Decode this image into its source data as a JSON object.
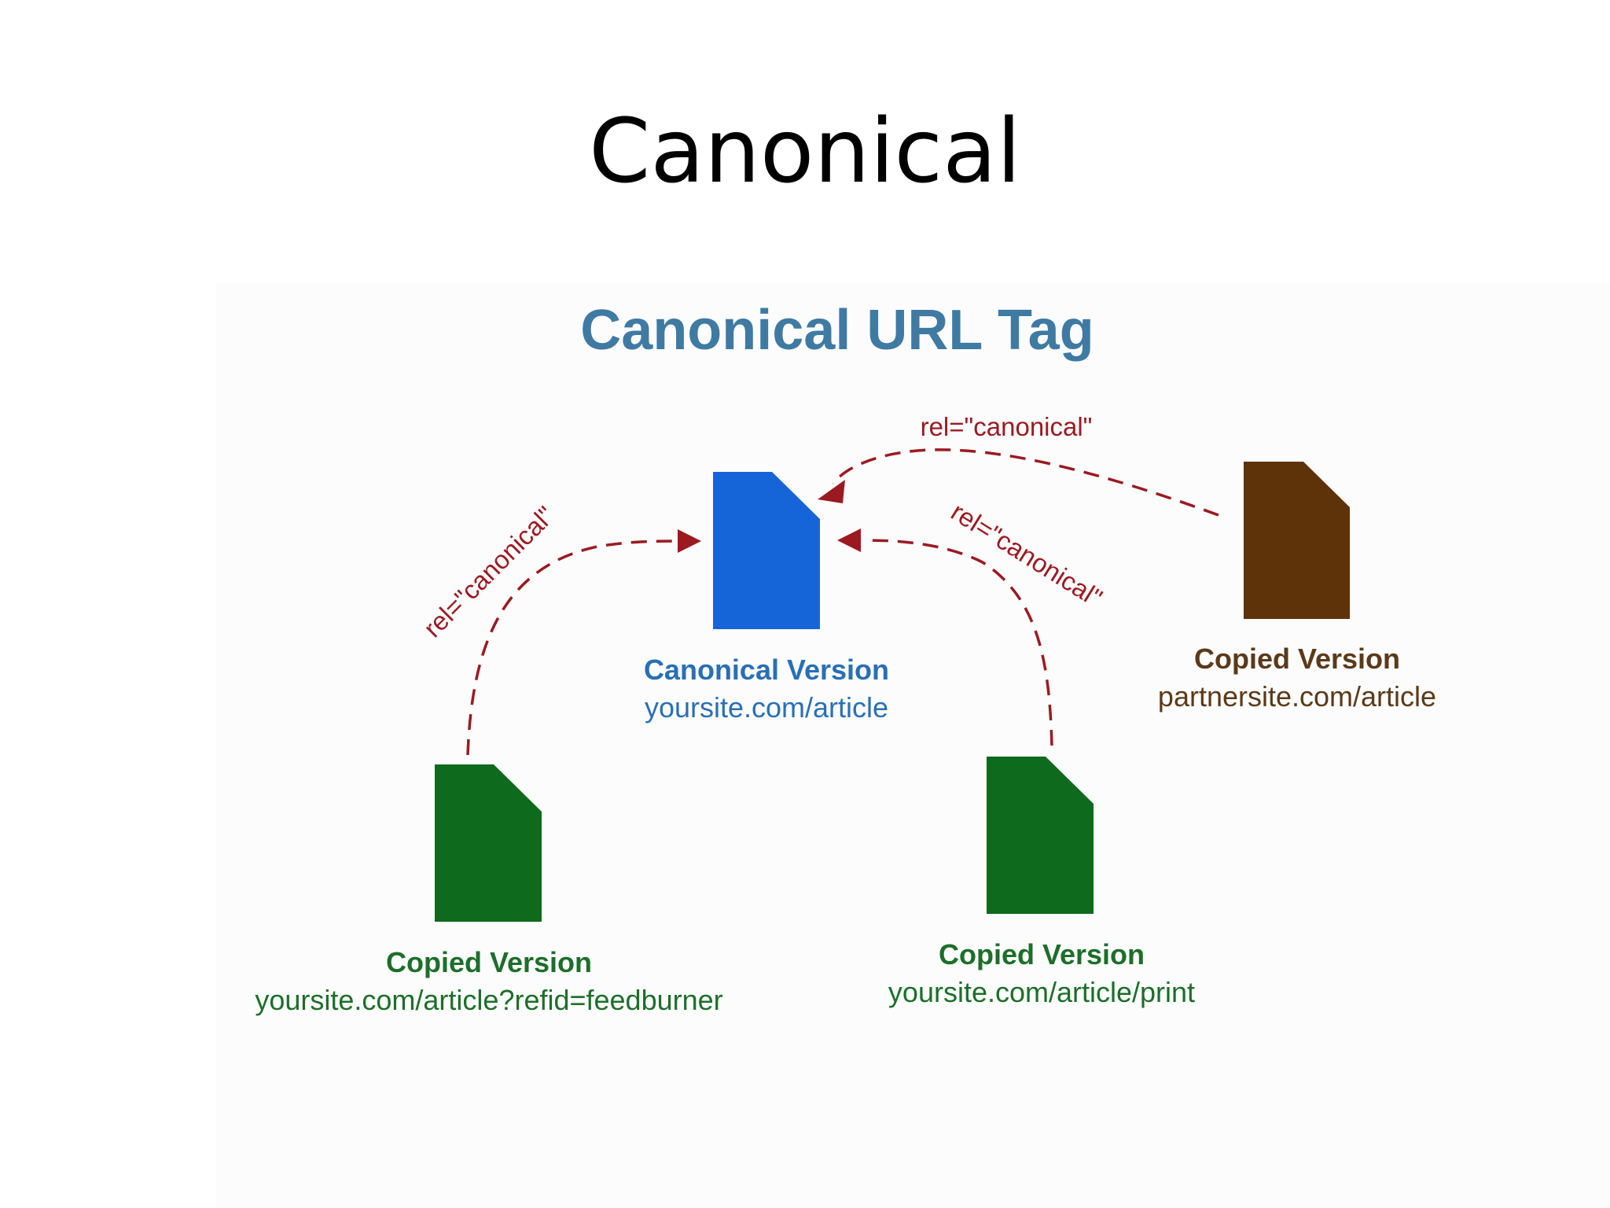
{
  "slide": {
    "title": "Canonical"
  },
  "diagram": {
    "title": "Canonical URL Tag",
    "title_color": "#3f7aa3",
    "arrow_color": "#9b1a22",
    "rel_labels": {
      "top": "rel=\"canonical\"",
      "left": "rel=\"canonical\"",
      "right": "rel=\"canonical\""
    },
    "documents": {
      "canonical": {
        "name": "Canonical Version",
        "url": "yoursite.com/article",
        "color": "#1565d8",
        "label_color": "#2a6fb5",
        "icon": "document-icon"
      },
      "partner": {
        "name": "Copied Version",
        "url": "partnersite.com/article",
        "color": "#5e3309",
        "label_color": "#5a3a1a",
        "icon": "document-icon"
      },
      "feedburner": {
        "name": "Copied Version",
        "url": "yoursite.com/article?refid=feedburner",
        "color": "#0e6a1c",
        "label_color": "#1d6e2a",
        "icon": "document-icon"
      },
      "print": {
        "name": "Copied Version",
        "url": "yoursite.com/article/print",
        "color": "#0e6a1c",
        "label_color": "#1d6e2a",
        "icon": "document-icon"
      }
    }
  }
}
